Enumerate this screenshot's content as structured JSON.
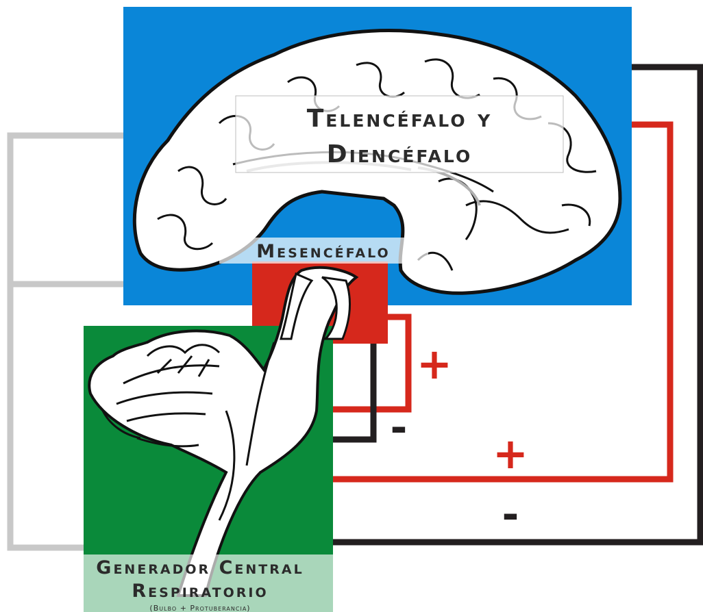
{
  "labels": {
    "telencefalo_line1": "Telencéfalo y",
    "telencefalo_line2": "Diencéfalo",
    "mesencefalo": "Mesencéfalo",
    "generador_line1": "Generador Central",
    "generador_line2": "Respiratorio",
    "generador_sub": "(Bulbo + Protuberancia)"
  },
  "signs": {
    "mesencefalo_excitatory": "+",
    "mesencefalo_inhibitory": "-",
    "telencefalo_excitatory": "+",
    "telencefalo_inhibitory": "-"
  },
  "colors": {
    "brain_panel": "#0a86d8",
    "mesencefalo_panel": "#d6281c",
    "generador_panel": "#0a8a3a",
    "excitatory_pathway": "#d6281c",
    "inhibitory_pathway": "#231f20",
    "gray_pathway": "#c8c8c8",
    "label_box": "#ffffff"
  },
  "icons": [
    "brain-sagittal-illustration",
    "cerebellum-brainstem-illustration"
  ]
}
